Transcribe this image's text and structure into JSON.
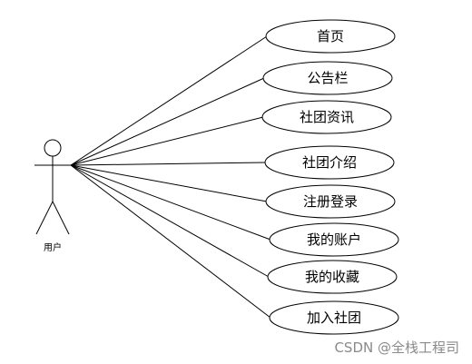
{
  "actor": {
    "label": "用户"
  },
  "use_cases": [
    {
      "label": "首页"
    },
    {
      "label": "公告栏"
    },
    {
      "label": "社团资讯"
    },
    {
      "label": "社团介绍"
    },
    {
      "label": "注册登录"
    },
    {
      "label": "我的账户"
    },
    {
      "label": "我的收藏"
    },
    {
      "label": "加入社团"
    }
  ],
  "watermark": {
    "text": "CSDN @全栈工程司"
  }
}
